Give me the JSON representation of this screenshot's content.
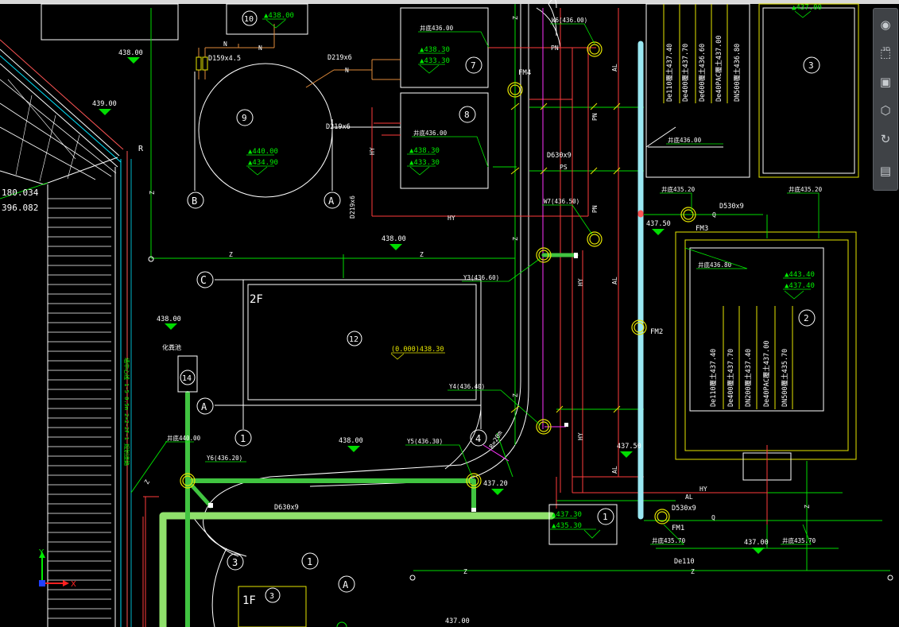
{
  "app": {
    "name": "CAD drawing viewport"
  },
  "nav_bar": {
    "buttons": [
      {
        "name": "steering-wheel",
        "glyph": "◉"
      },
      {
        "name": "view-3d",
        "glyph": "⬚",
        "label": "3D"
      },
      {
        "name": "view-front",
        "glyph": "▣"
      },
      {
        "name": "view-iso",
        "glyph": "⬡"
      },
      {
        "name": "orbit",
        "glyph": "↻"
      },
      {
        "name": "layers",
        "glyph": "▤"
      }
    ]
  },
  "ucs": {
    "x": "X",
    "y": "Y"
  },
  "elevations": {
    "e438_top_left": "438.00",
    "e439": "439.00",
    "e438_mid": "438.00",
    "e438_left": "438.00",
    "e438_bottom_mid": "438.00",
    "e437_20": "437.20",
    "e437_50": "437.50",
    "e437_50_b": "437.50",
    "e437_bottom_right": "437.00",
    "e437_bottom": "437.00",
    "e438_30_top": "▲438.30",
    "e433_30": "▲433.30",
    "e438_30_b": "▲438.30",
    "e433_30_b": "▲433.30",
    "e440": "▲440.00",
    "e434_90": "▲434.90",
    "e443_40": "▲443.40",
    "e437_40": "▲437.40",
    "e437_30": "▲437.30",
    "e435_30": "▲435.30",
    "e438_top_10": "▲438.00",
    "e437_top_right": "▲437.00",
    "el0_438_30": "(0.000)438.30"
  },
  "leaders": {
    "pipe_436_00_a": "井底436.00",
    "pipe_436_00_b": "井底436.00",
    "pipe_436_00_c": "井底436.00",
    "pipe_435_20_a": "井底435.20",
    "pipe_435_20_b": "井底435.20",
    "pipe_436_80": "井底436.80",
    "pipe_435_70_a": "井底435.70",
    "pipe_435_70_b": "井底435.70",
    "pipe_44000": "井底440.00",
    "w6": "W6(436.00)",
    "w7": "W7(436.50)",
    "y3": "Y3(436.60)",
    "y4": "Y4(436.40)",
    "y5": "Y5(436.30)",
    "y6": "Y6(436.20)"
  },
  "pipes": {
    "d219_a": "D219x6",
    "d219_b": "D219x6",
    "d219_c": "D219x6",
    "d159": "D159x4.5",
    "d630_a": "D630x9",
    "d630_b": "D630x9",
    "d530_a": "D530x9",
    "d530_b": "D530x9",
    "de110": "De110",
    "r_label": "R=20m"
  },
  "line_codes": {
    "n1": "N",
    "n2": "N",
    "n3": "N",
    "pn1": "PN",
    "pn2": "PN",
    "pn3": "PN",
    "ps": "PS",
    "hy1": "HY",
    "hy2": "HY",
    "hy3": "HY",
    "hy4": "HY",
    "hy5": "HY",
    "al1": "AL",
    "al2": "AL",
    "al3": "AL",
    "al4": "AL",
    "q1": "Q",
    "q2": "Q",
    "z1": "Z",
    "z2": "Z",
    "z3": "Z",
    "z4": "Z",
    "z5": "Z",
    "z6": "Z",
    "z7": "Z",
    "z8": "Z",
    "z9": "Z",
    "z10": "Z"
  },
  "manholes": {
    "fm1": "FM1",
    "fm2": "FM2",
    "fm3": "FM3",
    "fm4": "FM4"
  },
  "axis_bubbles": {
    "a1": "A",
    "a2": "A",
    "a3": "A",
    "b": "B",
    "c": "C",
    "n1": "1",
    "n1b": "1",
    "n3": "3",
    "n4": "4"
  },
  "building_tags": {
    "t10": "10",
    "t7": "7",
    "t8": "8",
    "t9": "9",
    "t3": "3",
    "t2": "2",
    "t12": "12",
    "t14": "14",
    "t1": "1",
    "t3b": "3"
  },
  "floor_tags": {
    "f2": "2F",
    "f1": "1F"
  },
  "coords": {
    "c1": "180.034",
    "c2": "396.082"
  },
  "vertical_pipes_top": [
    "De110覆土437.40",
    "De400覆土437.70",
    "De600覆土436.60",
    "De40PAC覆土437.00",
    "DN500覆土436.80"
  ],
  "vertical_pipes_mid": [
    "De110覆土437.40",
    "De400覆土437.70",
    "DN200覆土437.40",
    "De40PAC覆土437.00",
    "DN500覆土435.70"
  ],
  "misc": {
    "r_mark": "R",
    "side_note": "化粪池",
    "left_vertical": "墙中心线 1-5 0.5m 2×2-2F-1 规划道路"
  }
}
